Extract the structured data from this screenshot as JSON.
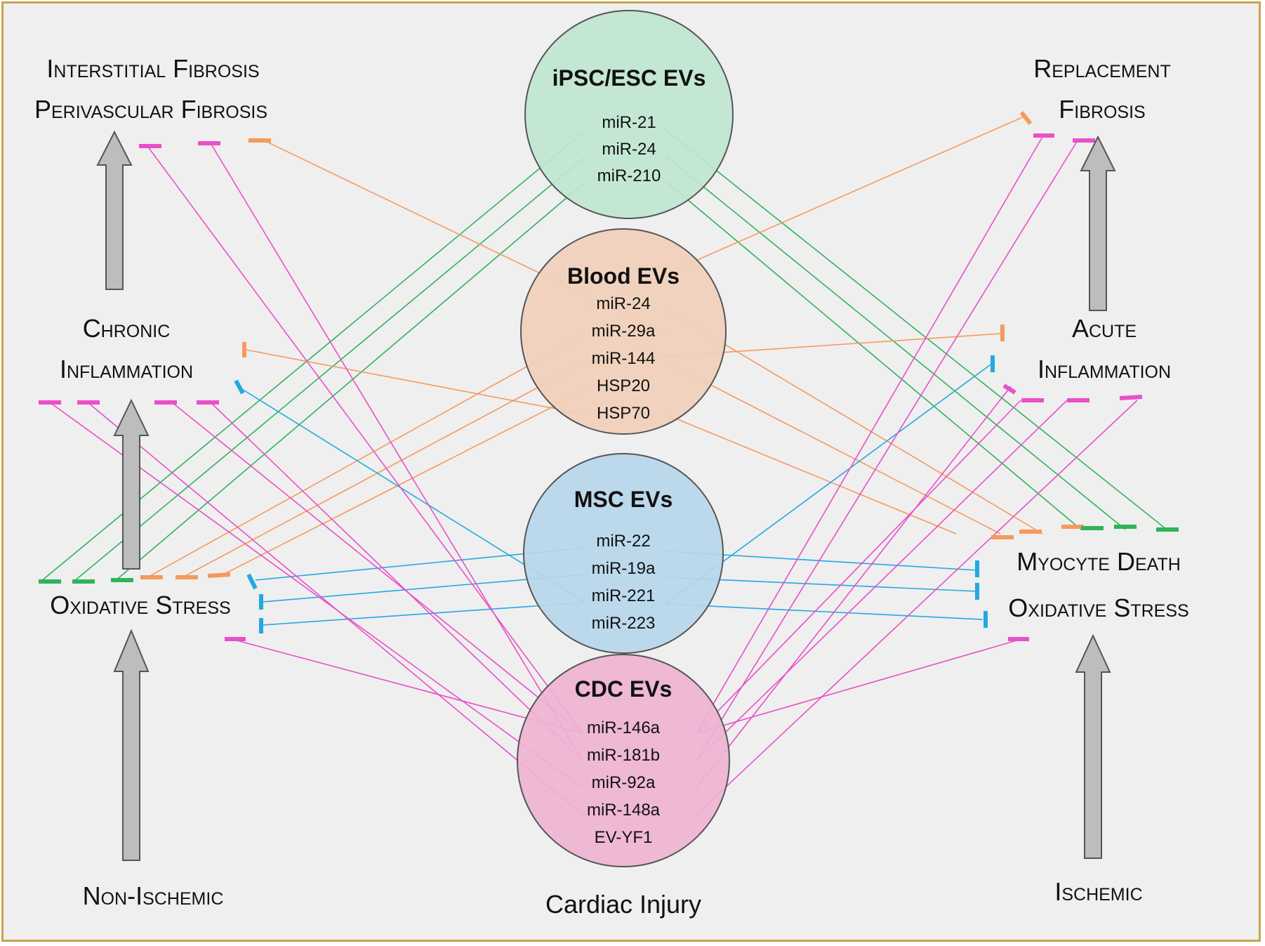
{
  "labels": {
    "interstitial_fibrosis": "Interstitial Fibrosis",
    "perivascular_fibrosis": "Perivascular Fibrosis",
    "replacement": "Replacement",
    "fibrosis": "Fibrosis",
    "chronic": "Chronic",
    "inflammation_left": "Inflammation",
    "acute": "Acute",
    "inflammation_right": "Inflammation",
    "oxidative_stress_left": "Oxidative Stress",
    "myocyte_death": "Myocyte Death",
    "oxidative_stress_right": "Oxidative Stress",
    "non_ischemic": "Non-Ischemic",
    "ischemic": "Ischemic",
    "cardiac_injury": "Cardiac Injury"
  },
  "ev_groups": [
    {
      "title": "iPSC/ESC EVs",
      "items": [
        "miR-21",
        "miR-24",
        "miR-210"
      ],
      "color": "#bfe6d0",
      "line_color": "#2eb45a"
    },
    {
      "title": "Blood EVs",
      "items": [
        "miR-24",
        "miR-29a",
        "miR-144",
        "HSP20",
        "HSP70"
      ],
      "color": "#f1cfba",
      "line_color": "#f59a5e"
    },
    {
      "title": "MSC EVs",
      "items": [
        "miR-22",
        "miR-19a",
        "miR-221",
        "miR-223"
      ],
      "color": "#b7d7ec",
      "line_color": "#23a9e1"
    },
    {
      "title": "CDC EVs",
      "items": [
        "miR-146a",
        "miR-181b",
        "miR-92a",
        "miR-148a",
        "EV-YF1"
      ],
      "color": "#efb3d2",
      "line_color": "#ea4fc8"
    }
  ],
  "colors": {
    "frame_border": "#c9a44f",
    "background": "#efefef",
    "arrow_fill": "#bdbdbd",
    "arrow_stroke": "#555555"
  }
}
